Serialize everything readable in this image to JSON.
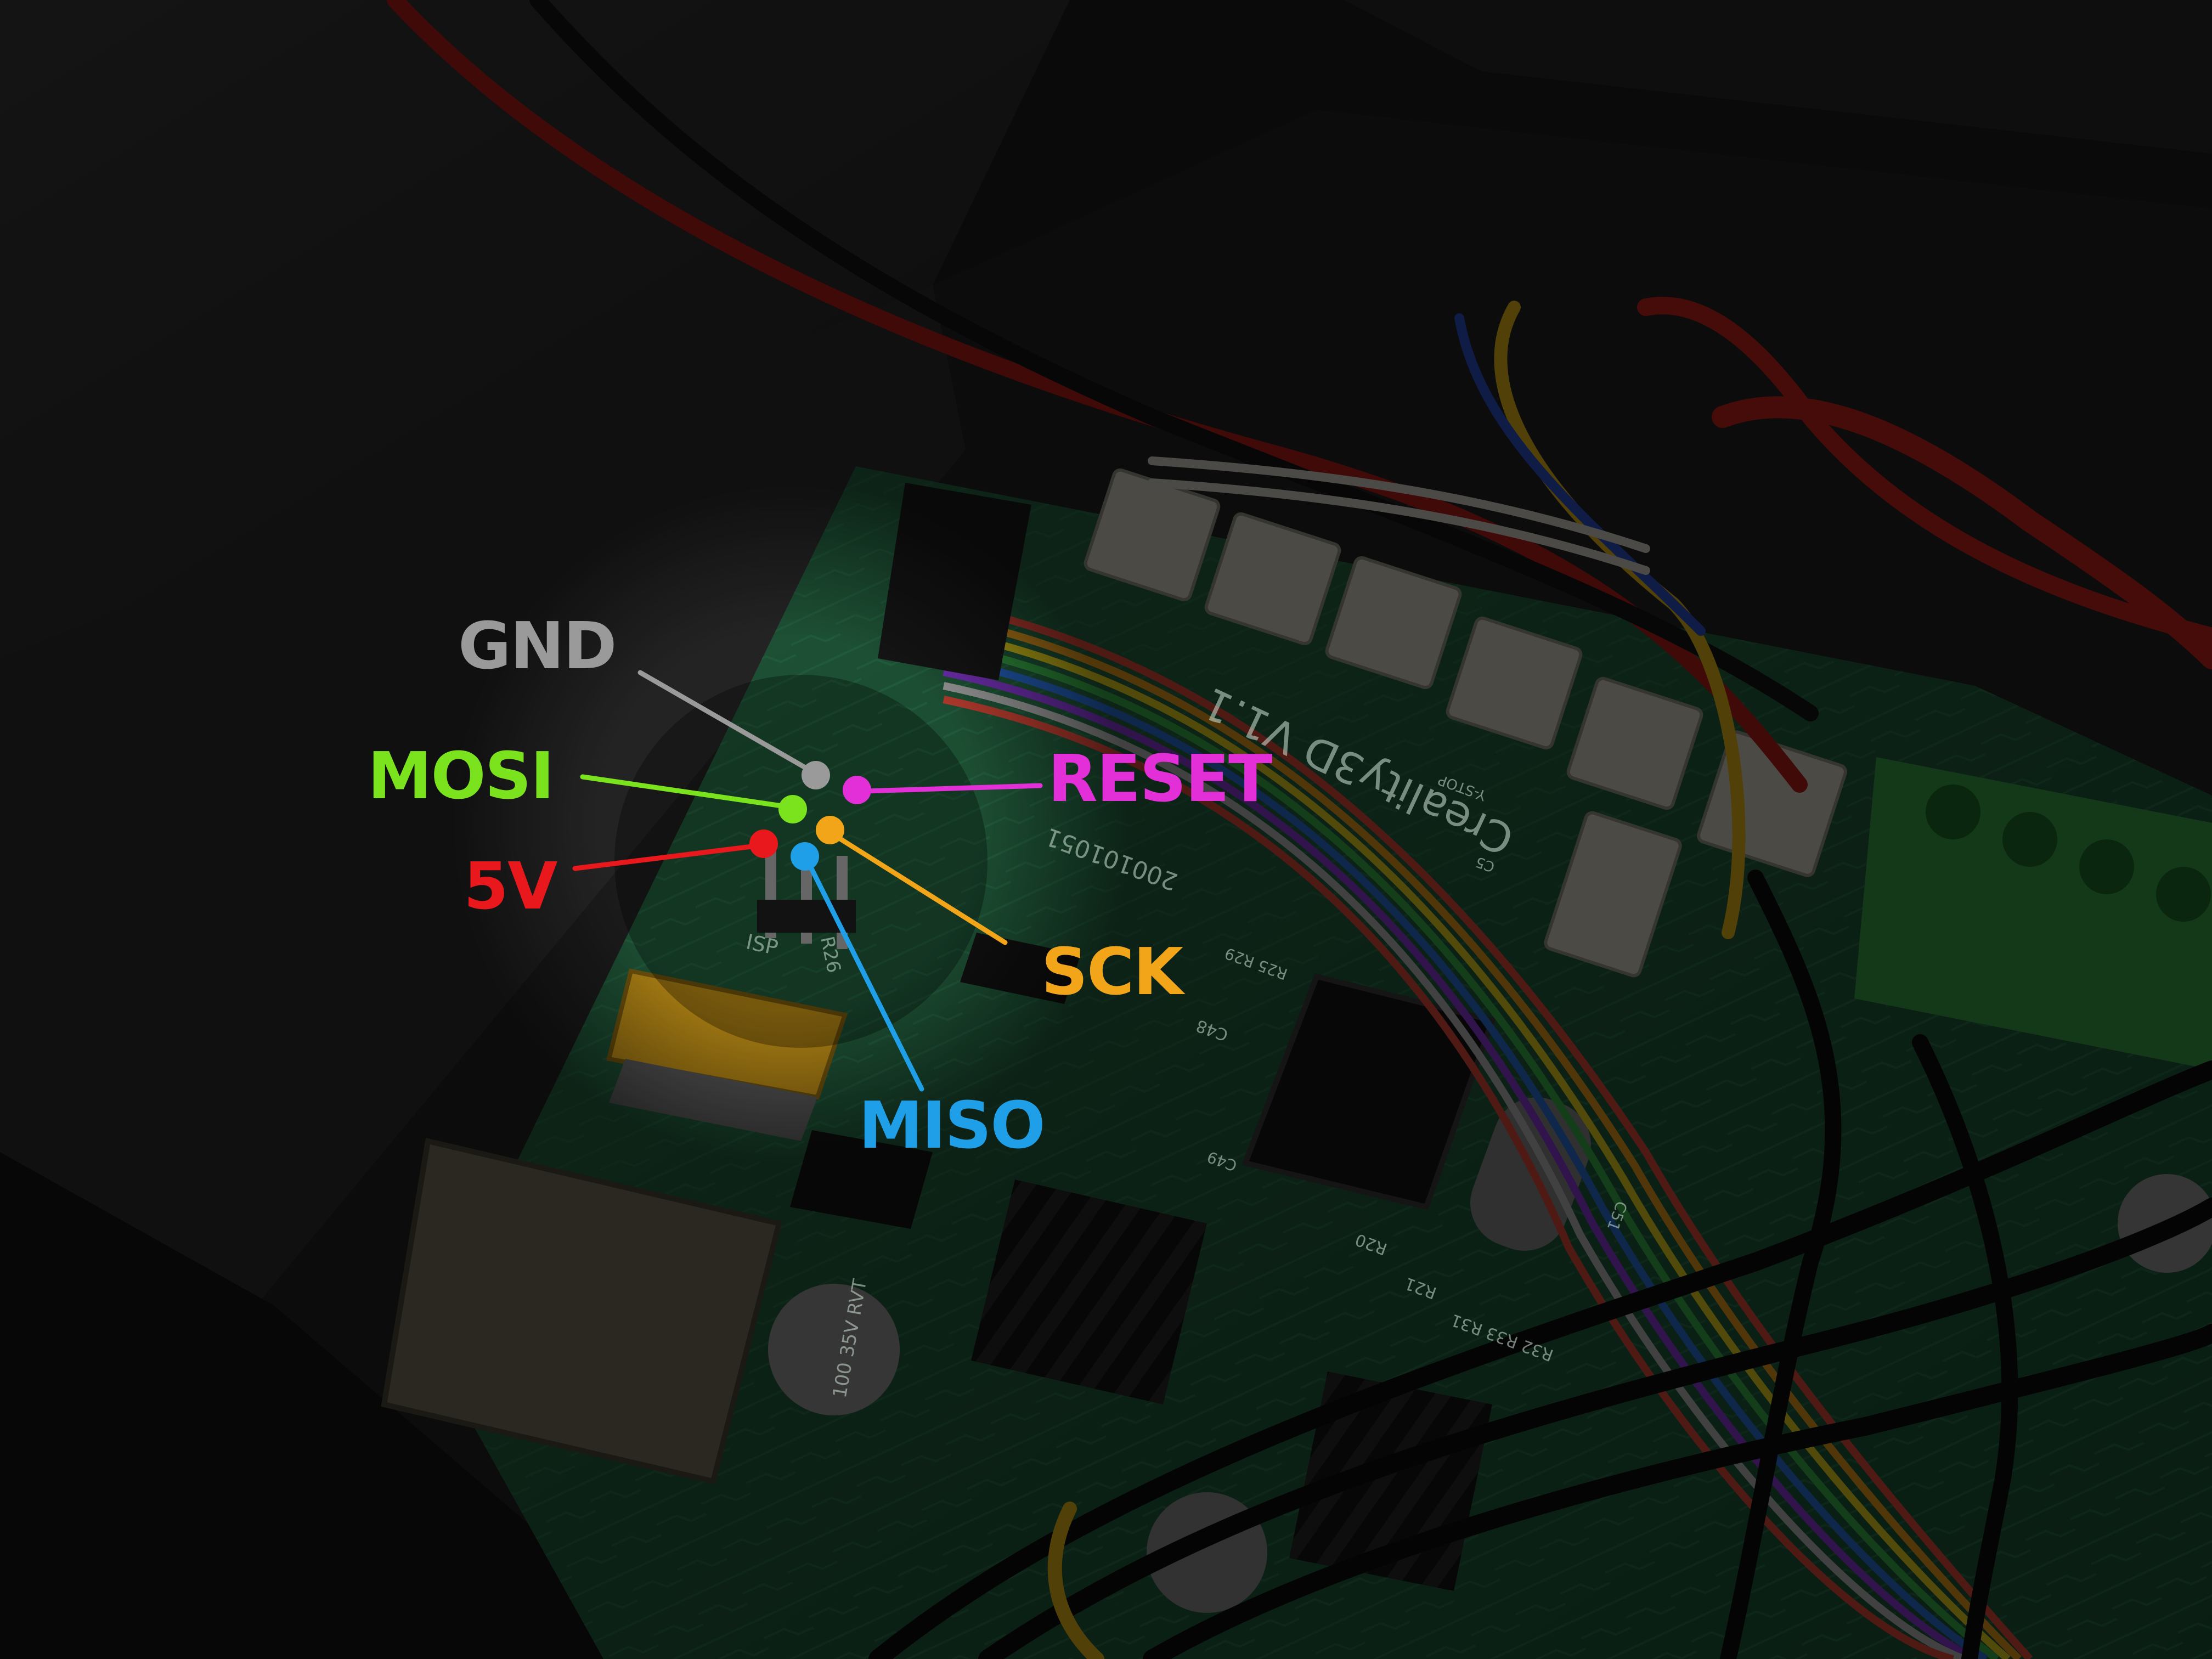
{
  "pins": [
    {
      "id": "gnd",
      "label": "GND",
      "color": "#9a9a9a"
    },
    {
      "id": "mosi",
      "label": "MOSI",
      "color": "#7be31d"
    },
    {
      "id": "5v",
      "label": "5V",
      "color": "#e8181c"
    },
    {
      "id": "reset",
      "label": "RESET",
      "color": "#e22fd7"
    },
    {
      "id": "sck",
      "label": "SCK",
      "color": "#f3a519"
    },
    {
      "id": "miso",
      "label": "MISO",
      "color": "#1f9fe8"
    }
  ],
  "board_silkscreen": {
    "isp": "ISP",
    "r26": "R26",
    "brand": "Creality3D V1.1",
    "date": "200101051",
    "model": "Y-STOP",
    "ref_c48": "C48",
    "ref_r20": "R20",
    "ref_r21": "R21",
    "ref_r32": "R32 R33 R31",
    "ref_cap": "100 35V RVT",
    "ref_c5": "C5",
    "ref_c51": "C51",
    "ref_r25": "R25 R29",
    "ref_c49": "C49"
  },
  "colors": {
    "pcb": "#2f7a52",
    "case": "#2b2b2b",
    "terminal": "#3aa34a",
    "usb_gold": "#d9a21a",
    "wire_red": "#c8231e",
    "wire_yellow": "#e6b818",
    "wire_blue": "#2a4fc8",
    "wire_white": "#d8d4c8",
    "wire_black": "#101010"
  }
}
